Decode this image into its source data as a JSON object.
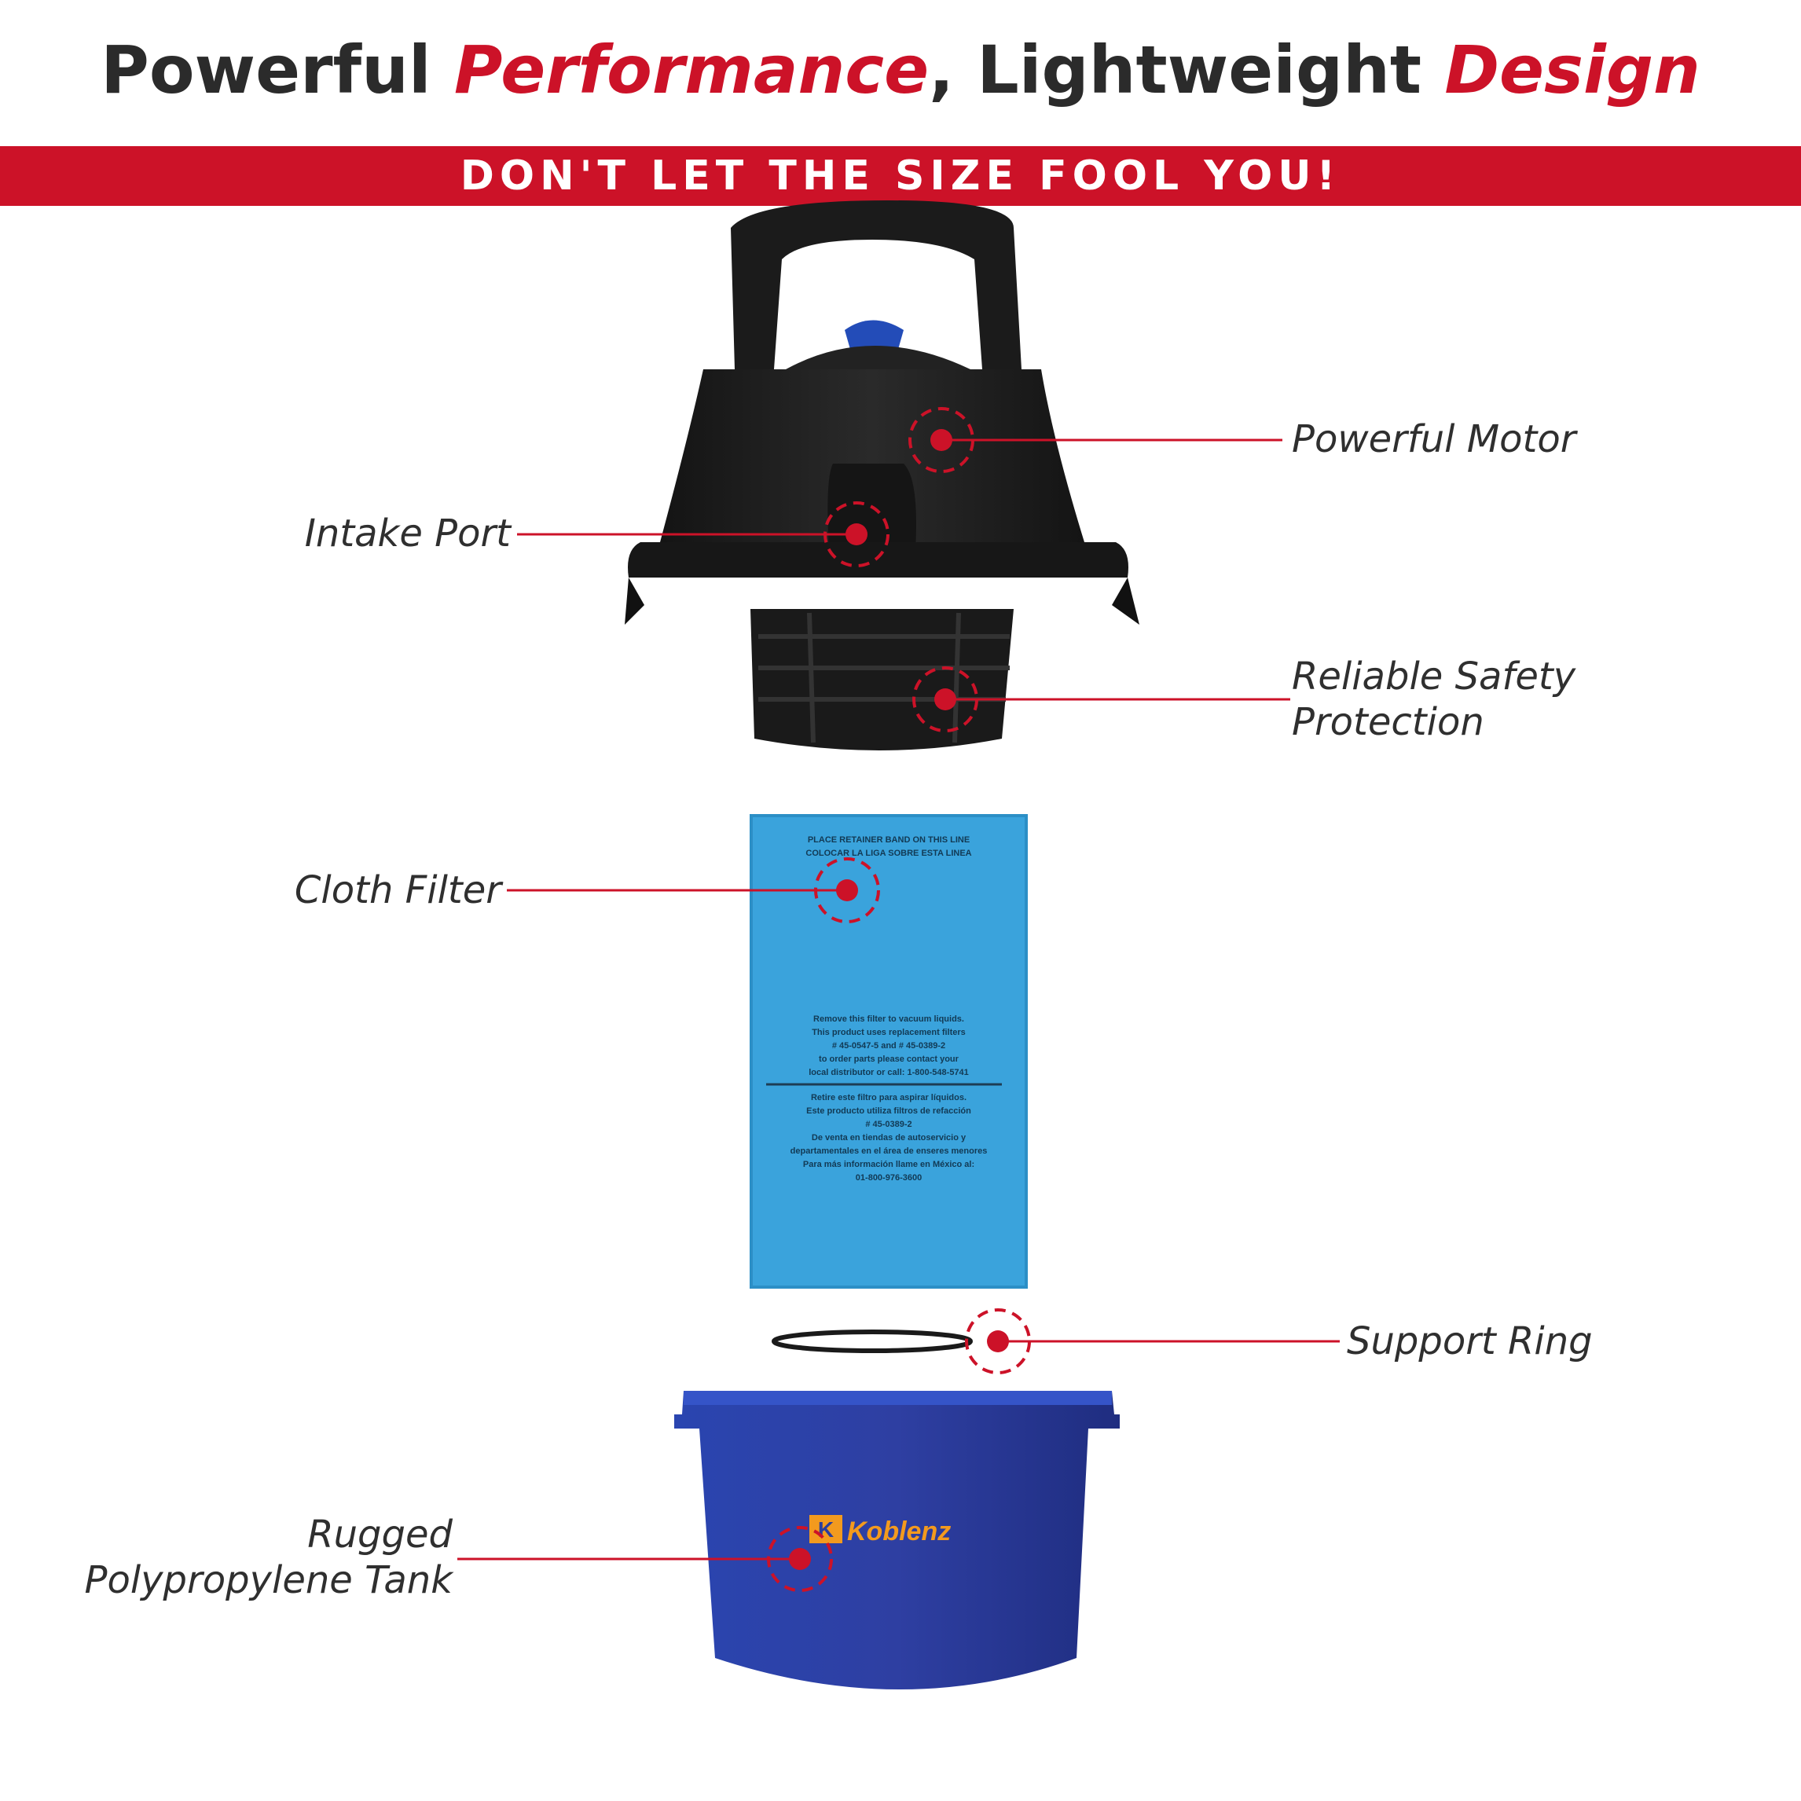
{
  "headline": {
    "part1": "Powerful ",
    "accent1": "Performance",
    "part2": ", Lightweight ",
    "accent2": "Design"
  },
  "banner": {
    "text": "DON'T LET THE SIZE FOOL YOU!"
  },
  "callouts": {
    "powerful_motor": "Powerful Motor",
    "intake_port": "Intake Port",
    "safety_line1": "Reliable Safety",
    "safety_line2": "Protection",
    "cloth_filter": "Cloth Filter",
    "support_ring": "Support Ring",
    "tank_line1": "Rugged",
    "tank_line2": "Polypropylene Tank"
  },
  "filter_print": {
    "top1": "PLACE RETAINER BAND ON THIS LINE",
    "top2": "COLOCAR LA LIGA SOBRE ESTA LINEA",
    "en1": "Remove this filter to vacuum liquids.",
    "en2": "This product uses replacement filters",
    "en3": "# 45-0547-5 and # 45-0389-2",
    "en4": "to order parts please contact your",
    "en5": "local distributor or call: 1-800-548-5741",
    "es1": "Retire este filtro para aspirar líquidos.",
    "es2": "Este producto utiliza filtros de refacción",
    "es3": "# 45-0389-2",
    "es4": "De venta en tiendas de autoservicio y",
    "es5": "departamentales en el área de enseres menores",
    "es6": "Para más información llame en México al:",
    "es7": "01-800-976-3600"
  },
  "brand": {
    "logo_text": "Koblenz"
  },
  "colors": {
    "accent_red": "#cc1228",
    "motor_black": "#1e1e1e",
    "filter_blue": "#3aa3dc",
    "tank_blue": "#2a3d9c",
    "logo_orange": "#f39a1e"
  }
}
